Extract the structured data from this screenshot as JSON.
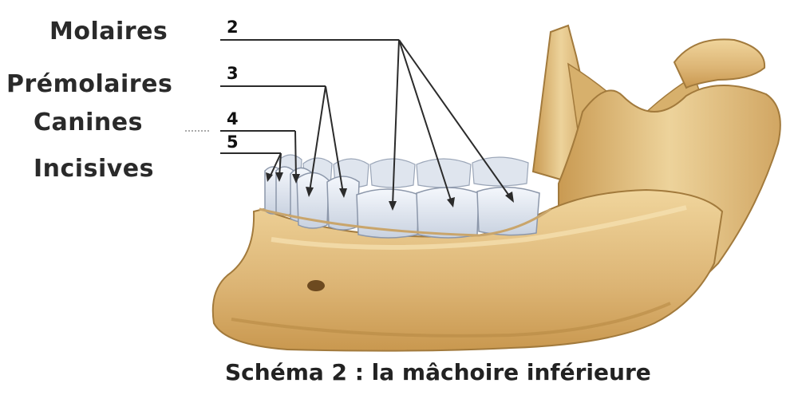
{
  "labels": [
    {
      "id": "molaires",
      "name": "Molaires",
      "number": "2"
    },
    {
      "id": "premolaires",
      "name": "Prémolaires",
      "number": "3"
    },
    {
      "id": "canines",
      "name": "Canines",
      "number": "4"
    },
    {
      "id": "incisives",
      "name": "Incisives",
      "number": "5"
    }
  ],
  "caption": "Schéma 2 : la mâchoire inférieure",
  "colors": {
    "bone": "#e3c185",
    "bone_shadow": "#b98e4c",
    "bone_highlight": "#f3deaa",
    "teeth": "#e8eef7",
    "teeth_shadow": "#a9b4c6",
    "leader_line": "#2b2b2b",
    "text": "#2a2a2a"
  }
}
